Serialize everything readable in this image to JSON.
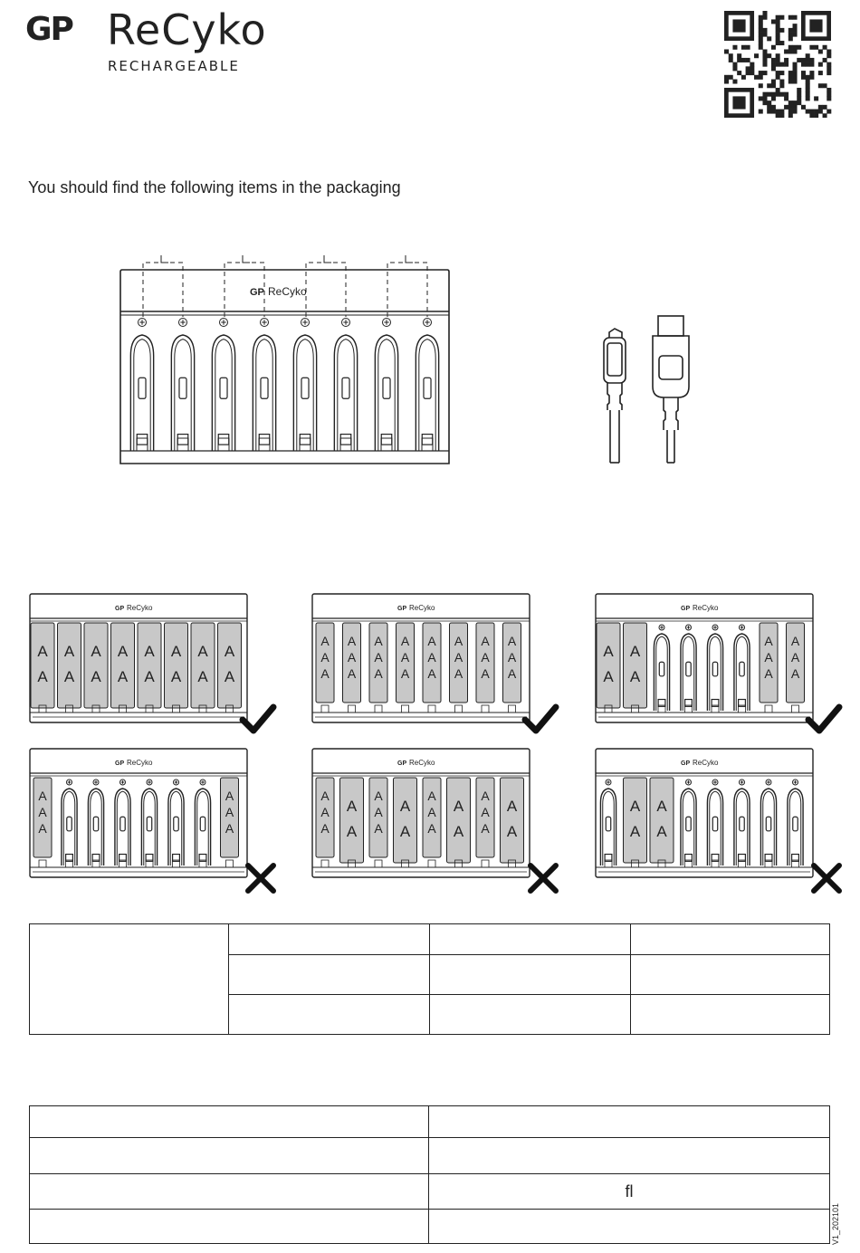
{
  "header": {
    "gp_logo": "GP",
    "brand": "ReCyko",
    "subbrand": "RECHARGEABLE",
    "qr_code_icon": "qr-code-icon"
  },
  "intro_text": "You should find the following items in the packaging",
  "charger": {
    "logo_gp": "GP",
    "logo_brand": "ReCyko",
    "slot_count": 8
  },
  "cable_icon": "usb-cable-icon",
  "battery_label": "A",
  "configurations": [
    {
      "slots": [
        "AA",
        "AA",
        "AA",
        "AA",
        "AA",
        "AA",
        "AA",
        "AA"
      ],
      "valid": true,
      "mark": "check-icon"
    },
    {
      "slots": [
        "AAA",
        "AAA",
        "AAA",
        "AAA",
        "AAA",
        "AAA",
        "AAA",
        "AAA"
      ],
      "valid": true,
      "mark": "check-icon"
    },
    {
      "slots": [
        "AA",
        "AA",
        "",
        "",
        "",
        "",
        "AAA",
        "AAA"
      ],
      "valid": true,
      "mark": "check-icon"
    },
    {
      "slots": [
        "AAA",
        "",
        "",
        "",
        "",
        "",
        "",
        "AAA"
      ],
      "valid": false,
      "mark": "cross-icon"
    },
    {
      "slots": [
        "AAA",
        "AA",
        "AAA",
        "AA",
        "AAA",
        "AA",
        "AAA",
        "AA"
      ],
      "valid": false,
      "mark": "cross-icon"
    },
    {
      "slots": [
        "",
        "AA",
        "AA",
        "",
        "",
        "",
        "",
        ""
      ],
      "valid": false,
      "mark": "cross-icon"
    }
  ],
  "table1": {
    "rows": [
      [
        "",
        "",
        "",
        ""
      ],
      [
        "",
        "",
        ""
      ],
      [
        "",
        "",
        ""
      ]
    ]
  },
  "table2": {
    "rows": [
      [
        "",
        ""
      ],
      [
        "",
        ""
      ],
      [
        "",
        "ﬂ"
      ],
      [
        "",
        ""
      ]
    ]
  },
  "version": "V1_202101"
}
